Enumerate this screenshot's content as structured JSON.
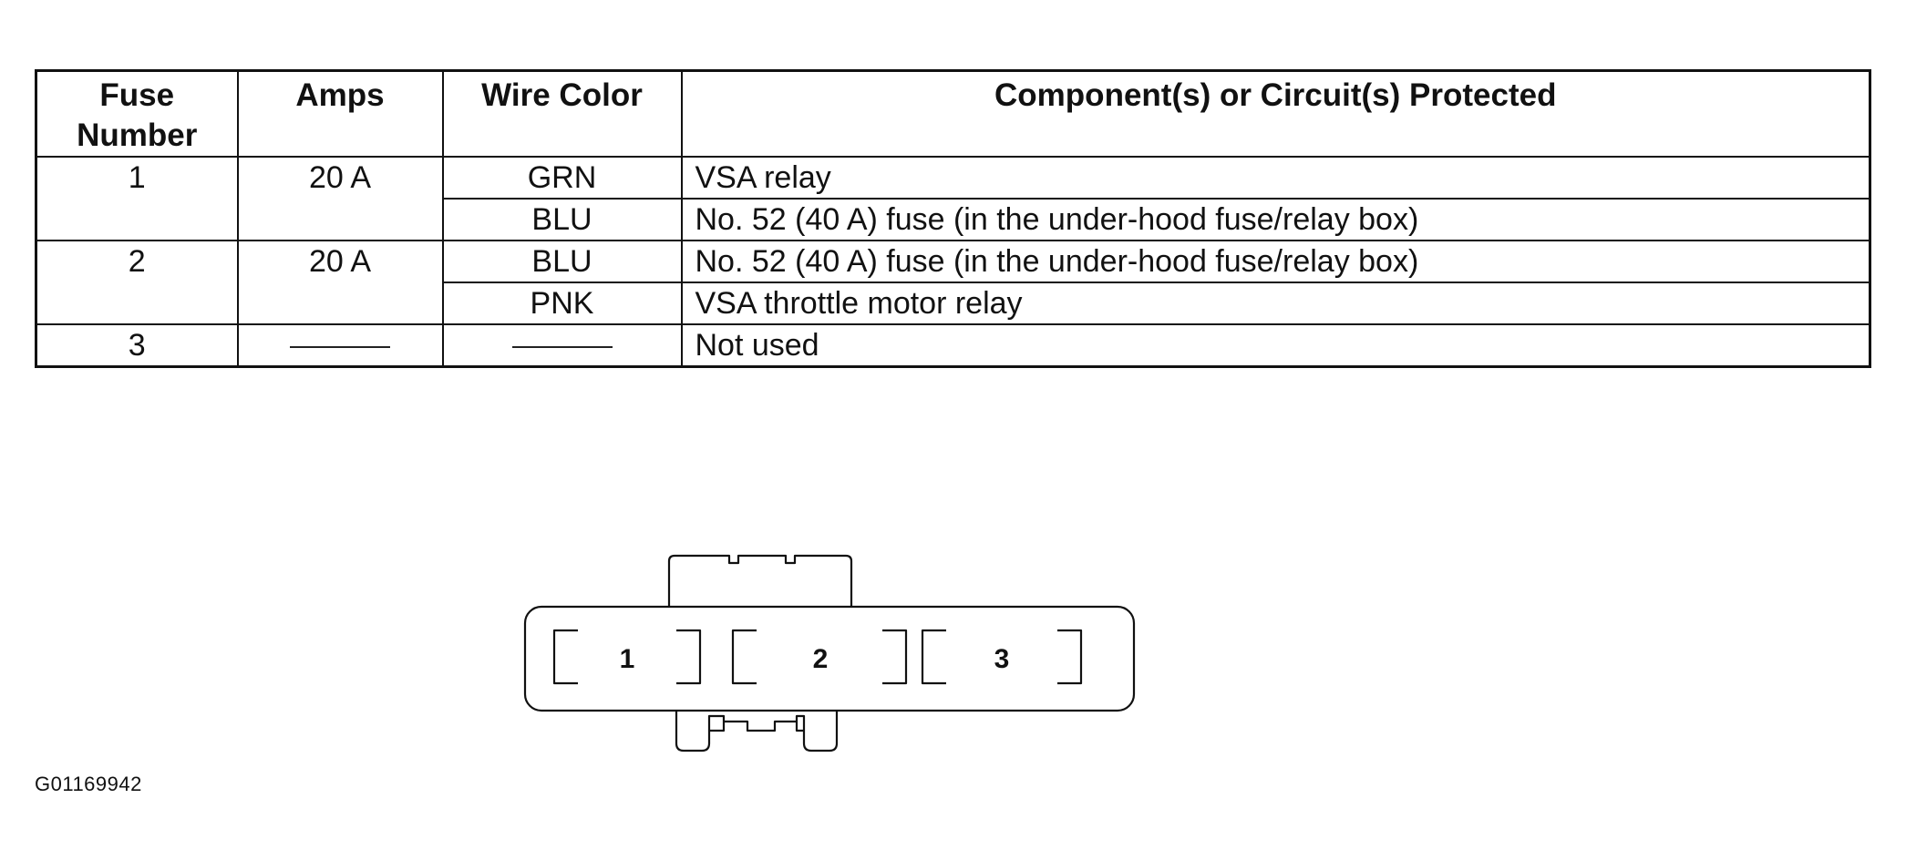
{
  "table": {
    "headers": {
      "fuse_number_line1": "Fuse",
      "fuse_number_line2": "Number",
      "amps": "Amps",
      "wire_color": "Wire Color",
      "component": "Component(s) or Circuit(s) Protected"
    },
    "fuses": [
      {
        "number": "1",
        "amps": "20 A",
        "rows": [
          {
            "wire_color": "GRN",
            "component": "VSA relay"
          },
          {
            "wire_color": "BLU",
            "component": "No. 52 (40 A) fuse (in the under-hood fuse/relay box)"
          }
        ]
      },
      {
        "number": "2",
        "amps": "20 A",
        "rows": [
          {
            "wire_color": "BLU",
            "component": "No. 52 (40 A) fuse (in the under-hood fuse/relay box)"
          },
          {
            "wire_color": "PNK",
            "component": "VSA throttle motor relay"
          }
        ]
      },
      {
        "number": "3",
        "amps": "",
        "rows": [
          {
            "wire_color": "",
            "component": "Not used"
          }
        ]
      }
    ]
  },
  "connector": {
    "slots": [
      "1",
      "2",
      "3"
    ]
  },
  "figure_id": "G01169942"
}
